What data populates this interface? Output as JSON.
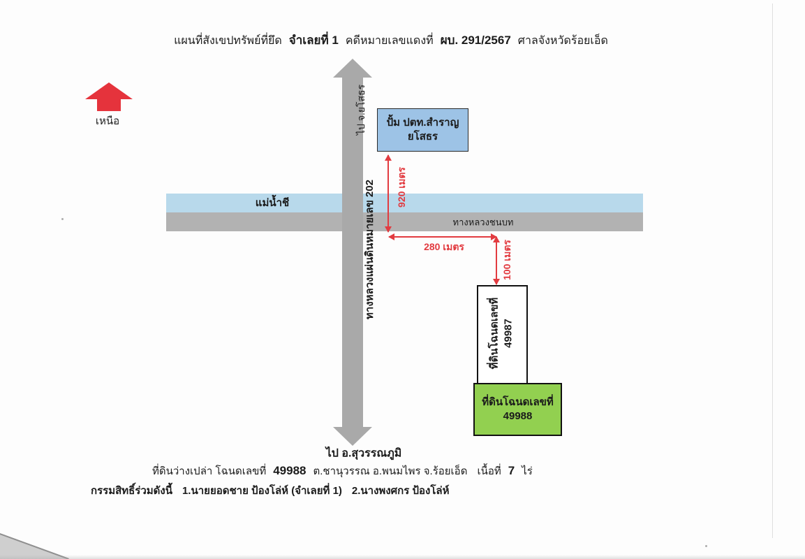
{
  "colors": {
    "dim_red": "#e23b40",
    "north_red": "#e5333c",
    "river_blue": "#b8d9eb",
    "road_gray": "#b2b2b2",
    "highway_gray": "#a9a9a9",
    "station_blue": "#9dc3e6",
    "parcel_green": "#92d050"
  },
  "title": {
    "part1": "แผนที่สังเขปทรัพย์ที่ยึด",
    "part2": "จำเลยที่ 1",
    "part3": "คดีหมายเลขแดงที่",
    "part4": "ผบ. 291/2567",
    "part5": "ศาลจังหวัดร้อยเอ็ด"
  },
  "compass": {
    "label": "เหนือ"
  },
  "map": {
    "highway_dest_top": "ไป จ.ยโสธร",
    "highway_name": "ทางหลวงแผ่นดินหมายเลข 202",
    "highway_dest_bottom": "ไป อ.สุวรรณภูมิ",
    "river_label": "แม่น้ำชี",
    "rural_road_label": "ทางหลวงชนบท",
    "station_line1": "ปั้ม ปตท.สำราญ",
    "station_line2": "ยโสธร",
    "parcel_49987_line1": "ที่ดินโฉนดเลขที่",
    "parcel_49987_line2": "49987",
    "parcel_49988_line1": "ที่ดินโฉนดเลขที่",
    "parcel_49988_line2": "49988",
    "dist_920": "920 เมตร",
    "dist_280": "280 เมตร",
    "dist_100": "100 เมตร"
  },
  "footer": {
    "line1_part1": "ที่ดินว่างเปล่า โฉนดเลขที่",
    "line1_part2": "49988",
    "line1_part3": "ต.ชานุวรรณ  อ.พนมไพร  จ.ร้อยเอ็ด",
    "line1_part4": "เนื้อที่",
    "line1_part5": "7",
    "line1_part6": "ไร่",
    "line2_part1": "กรรมสิทธิ์ร่วมดังนี้",
    "line2_part2": "1.นายยอดชาย ป้องโล่ห์ (จำเลยที่ 1)",
    "line2_part3": "2.นางพงศกร ป้องโล่ห์"
  }
}
